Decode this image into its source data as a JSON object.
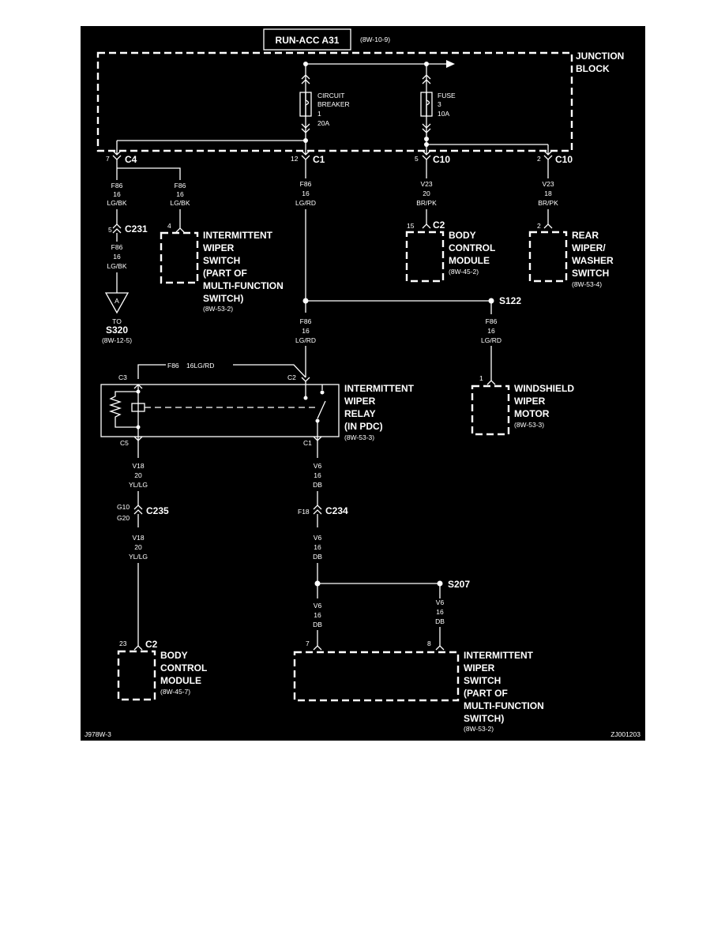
{
  "colors": {
    "background": "#000000",
    "line": "#ffffff",
    "page": "#ffffff"
  },
  "header": {
    "title": "RUN-ACC A31",
    "ref": "(8W-10-9)"
  },
  "junction_block": {
    "line1": "JUNCTION",
    "line2": "BLOCK"
  },
  "breaker": {
    "line1": "CIRCUIT",
    "line2": "BREAKER",
    "number": "1",
    "rating": "20A"
  },
  "fuse": {
    "line1": "FUSE",
    "number": "3",
    "rating": "10A"
  },
  "connectors": {
    "c4": {
      "pin": "7",
      "name": "C4"
    },
    "c1": {
      "pin": "12",
      "name": "C1"
    },
    "c10a": {
      "pin": "5",
      "name": "C10"
    },
    "c10b": {
      "pin": "2",
      "name": "C10"
    },
    "c231": {
      "pin": "5",
      "name": "C231"
    },
    "iws_top": {
      "pin": "4"
    },
    "bcm_top": {
      "pin": "15",
      "name": "C2"
    },
    "rear": {
      "pin": "2"
    },
    "s122": {
      "name": "S122"
    },
    "wsm": {
      "pin": "1"
    },
    "relay_c3": "C3",
    "relay_c2": "C2",
    "relay_c5": "C5",
    "relay_c1": "C1",
    "c235": {
      "pin1": "G10",
      "pin2": "G20",
      "name": "C235"
    },
    "c234": {
      "pin": "F18",
      "name": "C234"
    },
    "s207": {
      "name": "S207"
    },
    "bcm_bot": {
      "pin": "23",
      "name": "C2"
    },
    "iws_bot": {
      "pin1": "7",
      "pin2": "8"
    }
  },
  "wires": {
    "w1": {
      "code": "F86",
      "gauge": "16",
      "color": "LG/BK"
    },
    "w2": {
      "code": "F86",
      "gauge": "16",
      "color": "LG/BK"
    },
    "w3": {
      "code": "F86",
      "gauge": "16",
      "color": "LG/RD"
    },
    "w4": {
      "code": "V23",
      "gauge": "20",
      "color": "BR/PK"
    },
    "w5": {
      "code": "V23",
      "gauge": "18",
      "color": "BR/PK"
    },
    "w6": {
      "code": "F86",
      "gauge": "16",
      "color": "LG/BK"
    },
    "w7": {
      "code": "F86",
      "gauge": "16",
      "color": "LG/RD"
    },
    "w8": {
      "code": "F86",
      "gauge": "16",
      "color": "LG/RD"
    },
    "w9": {
      "code": "F86",
      "spec": "16LG/RD"
    },
    "w10": {
      "code": "V18",
      "gauge": "20",
      "color": "YL/LG"
    },
    "w11": {
      "code": "V6",
      "gauge": "16",
      "color": "DB"
    },
    "w12": {
      "code": "V18",
      "gauge": "20",
      "color": "YL/LG"
    },
    "w13": {
      "code": "V6",
      "gauge": "16",
      "color": "DB"
    },
    "w14": {
      "code": "V6",
      "gauge": "16",
      "color": "DB"
    },
    "w15": {
      "code": "V6",
      "gauge": "16",
      "color": "DB"
    }
  },
  "components": {
    "iws_top": {
      "lines": [
        "INTERMITTENT",
        "WIPER",
        "SWITCH",
        "(PART OF",
        "MULTI-FUNCTION",
        "SWITCH)"
      ],
      "ref": "(8W-53-2)"
    },
    "bcm_top": {
      "lines": [
        "BODY",
        "CONTROL",
        "MODULE"
      ],
      "ref": "(8W-45-2)"
    },
    "rear": {
      "lines": [
        "REAR",
        "WIPER/",
        "WASHER",
        "SWITCH"
      ],
      "ref": "(8W-53-4)"
    },
    "to_s320": {
      "letter": "A",
      "to": "TO",
      "splice": "S320",
      "ref": "(8W-12-5)"
    },
    "wsm": {
      "lines": [
        "WINDSHIELD",
        "WIPER",
        "MOTOR"
      ],
      "ref": "(8W-53-3)"
    },
    "relay": {
      "lines": [
        "INTERMITTENT",
        "WIPER",
        "RELAY",
        "(IN PDC)"
      ],
      "ref": "(8W-53-3)"
    },
    "bcm_bot": {
      "lines": [
        "BODY",
        "CONTROL",
        "MODULE"
      ],
      "ref": "(8W-45-7)"
    },
    "iws_bot": {
      "lines": [
        "INTERMITTENT",
        "WIPER",
        "SWITCH",
        "(PART OF",
        "MULTI-FUNCTION",
        "SWITCH)"
      ],
      "ref": "(8W-53-2)"
    }
  },
  "footer": {
    "left": "J978W-3",
    "right": "ZJ001203"
  }
}
